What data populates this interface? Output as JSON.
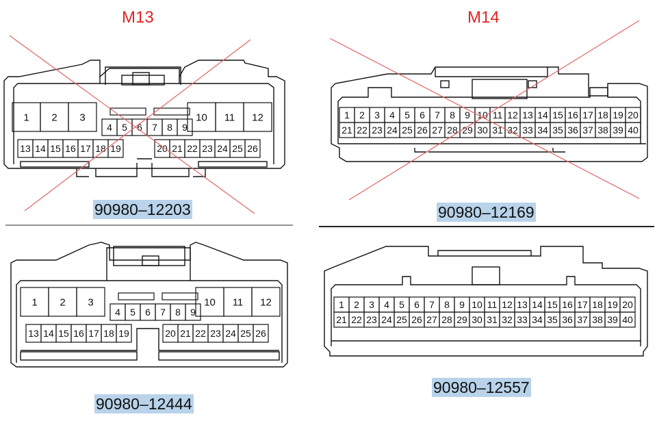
{
  "m13": {
    "title": "M13",
    "part": "90980–12203"
  },
  "m14": {
    "title": "M14",
    "part": "90980–12169"
  },
  "bottom_left": {
    "part": "90980–12444"
  },
  "bottom_right": {
    "part": "90980–12557"
  },
  "pins26": [
    "1",
    "2",
    "3",
    "4",
    "5",
    "6",
    "7",
    "8",
    "9",
    "10",
    "11",
    "12",
    "13",
    "14",
    "15",
    "16",
    "17",
    "18",
    "19",
    "20",
    "21",
    "22",
    "23",
    "24",
    "25",
    "26"
  ],
  "pins40": [
    "1",
    "2",
    "3",
    "4",
    "5",
    "6",
    "7",
    "8",
    "9",
    "10",
    "11",
    "12",
    "13",
    "14",
    "15",
    "16",
    "17",
    "18",
    "19",
    "20",
    "21",
    "22",
    "23",
    "24",
    "25",
    "26",
    "27",
    "28",
    "29",
    "30",
    "31",
    "32",
    "33",
    "34",
    "35",
    "36",
    "37",
    "38",
    "39",
    "40"
  ],
  "colors": {
    "title": "#e32222",
    "cross": "#e06464",
    "label_bg": "#b8d3ea"
  }
}
